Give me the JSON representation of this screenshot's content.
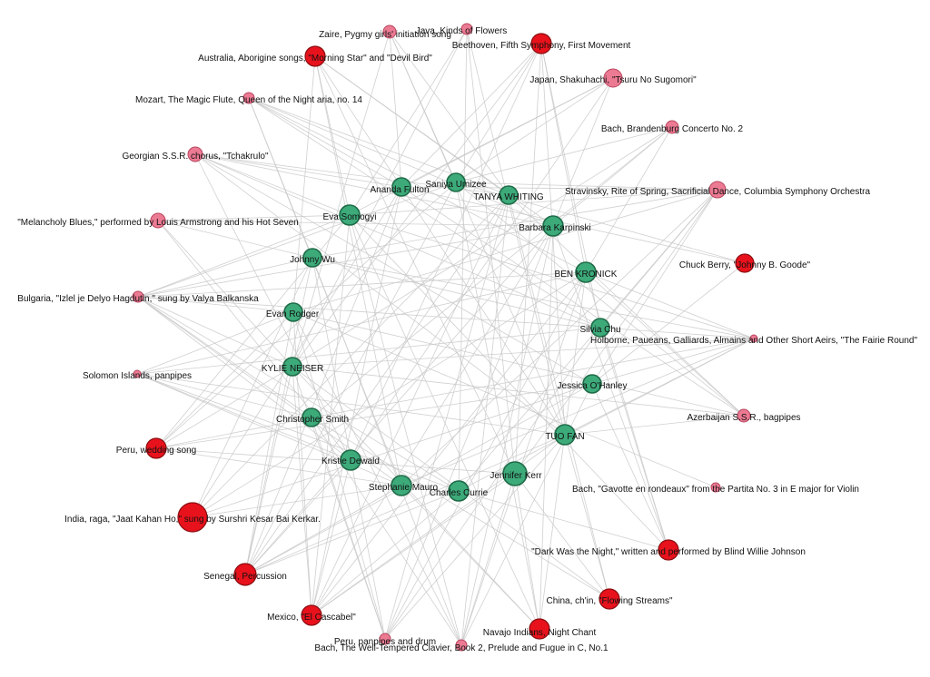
{
  "graph": {
    "node_kinds": {
      "person": {
        "color": "#3daa7a"
      },
      "track_strong": {
        "color": "#e8121c"
      },
      "track_weak": {
        "color": "#ec7a93"
      }
    },
    "edge_color": "#c8c8c8",
    "people": [
      "Saniya Umizee",
      "Ananda Fulton",
      "TANYA WHITING",
      "Eva Somogyi",
      "Barbara Karpinski",
      "Johnny Wu",
      "BEN KRONICK",
      "Evan Rodger",
      "Silvia Chu",
      "KYLIE NEISER",
      "Jessica O'Hanley",
      "Christopher Smith",
      "TUO FAN",
      "Kristie Dewald",
      "Jennifer Kerr",
      "Stephanie Mauro",
      "Charles Currie"
    ],
    "tracks": [
      {
        "label": "Java, Kinds of Flowers",
        "kind": "track_weak"
      },
      {
        "label": "Zaire, Pygmy girls' initiation song",
        "kind": "track_weak"
      },
      {
        "label": "Beethoven, Fifth Symphony, First Movement",
        "kind": "track_strong"
      },
      {
        "label": "Australia, Aborigine songs, \"Morning Star\" and \"Devil Bird\"",
        "kind": "track_strong"
      },
      {
        "label": "Japan, Shakuhachi, \"Tsuru No Sugomori\"",
        "kind": "track_weak"
      },
      {
        "label": "Mozart, The Magic Flute, Queen of the Night aria, no. 14",
        "kind": "track_weak"
      },
      {
        "label": "Bach, Brandenburg Concerto No. 2",
        "kind": "track_weak"
      },
      {
        "label": "Georgian S.S.R. chorus, \"Tchakrulo\"",
        "kind": "track_weak"
      },
      {
        "label": "Stravinsky, Rite of Spring, Sacrificial Dance, Columbia Symphony Orchestra",
        "kind": "track_weak"
      },
      {
        "label": "\"Melancholy Blues,\" performed by Louis Armstrong and his Hot Seven",
        "kind": "track_weak"
      },
      {
        "label": "Chuck Berry, \"Johnny B. Goode\"",
        "kind": "track_strong"
      },
      {
        "label": "Bulgaria, \"Izlel je Delyo Hagdutin,\" sung by Valya Balkanska",
        "kind": "track_weak"
      },
      {
        "label": "Holborne, Paueans, Galliards, Almains and Other Short Aeirs, \"The Fairie Round\"",
        "kind": "track_weak"
      },
      {
        "label": "Solomon Islands, panpipes",
        "kind": "track_weak"
      },
      {
        "label": "Azerbaijan S.S.R., bagpipes",
        "kind": "track_weak"
      },
      {
        "label": "Peru, wedding song",
        "kind": "track_strong"
      },
      {
        "label": "Bach, \"Gavotte en rondeaux\" from the Partita No. 3 in E major for Violin",
        "kind": "track_weak"
      },
      {
        "label": "India, raga, \"Jaat Kahan Ho,\" sung by Surshri Kesar Bai Kerkar.",
        "kind": "track_strong"
      },
      {
        "label": "\"Dark Was the Night,\" written and performed by Blind Willie Johnson",
        "kind": "track_strong"
      },
      {
        "label": "Senegal, Percussion",
        "kind": "track_strong"
      },
      {
        "label": "China, ch'in, \"Flowing Streams\"",
        "kind": "track_strong"
      },
      {
        "label": "Mexico, \"El Cascabel\"",
        "kind": "track_strong"
      },
      {
        "label": "Navajo Indians, Night Chant",
        "kind": "track_strong"
      },
      {
        "label": "Peru, panpipes and drum",
        "kind": "track_weak"
      },
      {
        "label": "Bach, The Well-Tempered Clavier, Book 2, Prelude and Fugue in C, No.1",
        "kind": "track_weak"
      }
    ]
  }
}
